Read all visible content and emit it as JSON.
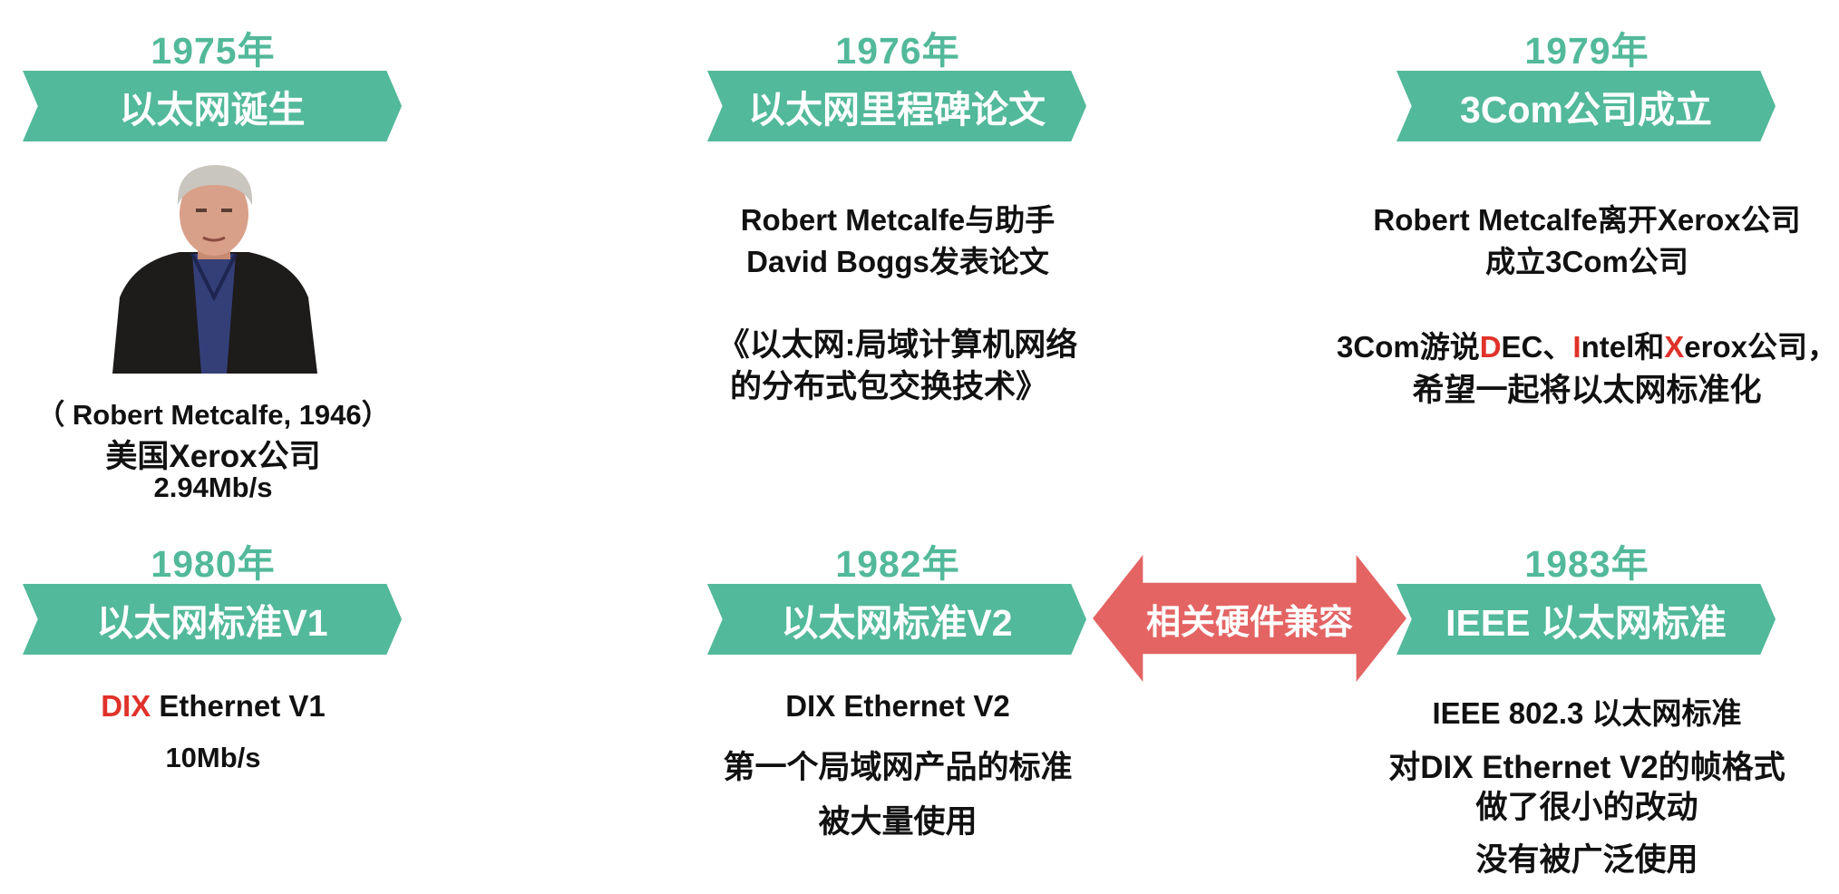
{
  "col1": {
    "year": "1975年",
    "banner": "以太网诞生",
    "caption": "（ Robert Metcalfe, 1946）",
    "company": "美国Xerox公司",
    "speed": "2.94Mb/s"
  },
  "col2": {
    "year": "1976年",
    "banner": "以太网里程碑论文",
    "line1": "Robert Metcalfe与助手",
    "line2": "David Boggs发表论文",
    "line3": "《以太网:局域计算机网络",
    "line4": "的分布式包交换技术》"
  },
  "col3": {
    "year": "1979年",
    "banner": "3Com公司成立",
    "line1": "Robert Metcalfe离开Xerox公司",
    "line2": "成立3Com公司",
    "line3_a": "3Com游说",
    "line3_d": "D",
    "line3_b": "EC、",
    "line3_i": "I",
    "line3_c": "ntel和",
    "line3_x": "X",
    "line3_e": "erox公司，",
    "line4": "希望一起将以太网标准化"
  },
  "col4": {
    "year": "1980年",
    "banner": "以太网标准V1",
    "dix": "DIX",
    "line1_rest": " Ethernet V1",
    "line2": "10Mb/s"
  },
  "col5": {
    "year": "1982年",
    "banner": "以太网标准V2",
    "line1": "DIX Ethernet V2",
    "line2": "第一个局域网产品的标准",
    "line3": "被大量使用"
  },
  "col6": {
    "year": "1983年",
    "banner": "IEEE 以太网标准",
    "line1": "IEEE 802.3 以太网标准",
    "line2": "对DIX Ethernet V2的帧格式",
    "line3": "做了很小的改动",
    "line4": "没有被广泛使用"
  },
  "arrow": {
    "label": "相关硬件兼容"
  },
  "colors": {
    "accent": "#52b99a",
    "highlight": "#e0322a",
    "arrow": "#e46464"
  }
}
